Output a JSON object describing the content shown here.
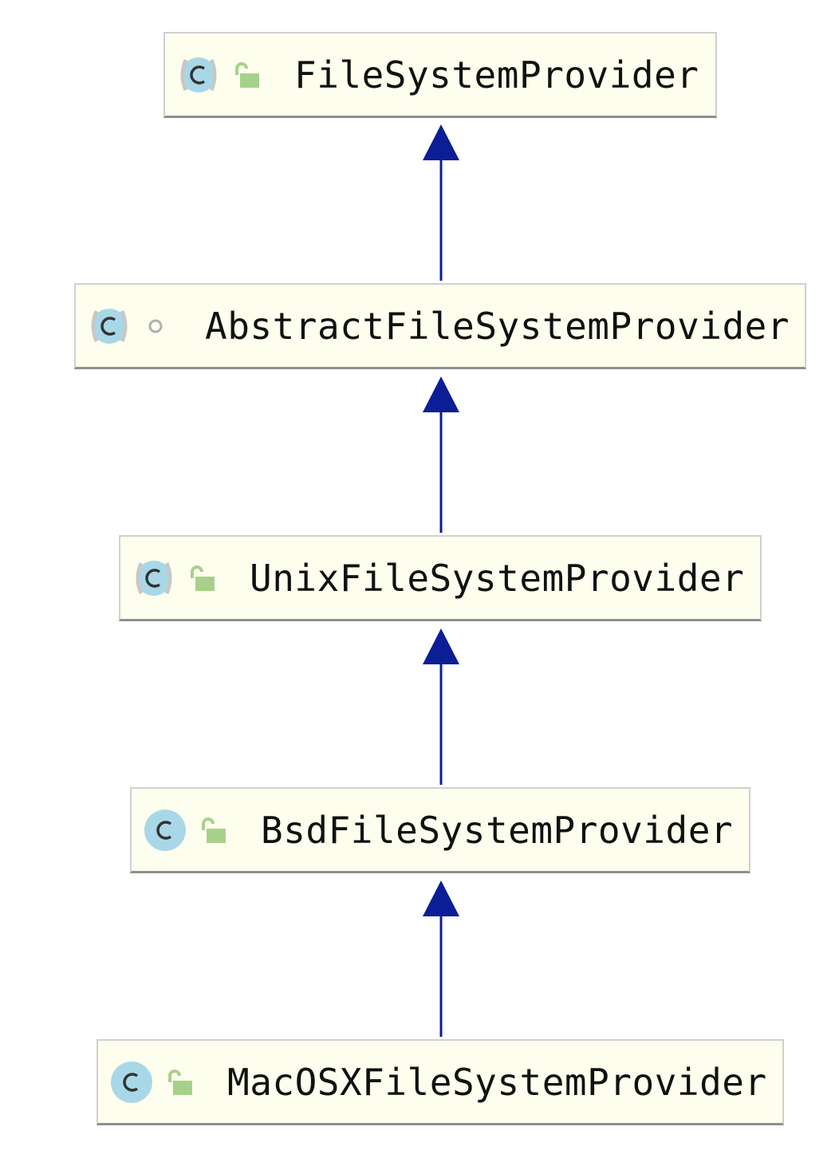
{
  "diagram": {
    "type": "class-hierarchy",
    "nodes": [
      {
        "id": "fsp",
        "name": "FileSystemProvider",
        "kind": "abstract-class",
        "modifier": "public"
      },
      {
        "id": "afsp",
        "name": "AbstractFileSystemProvider",
        "kind": "abstract-class",
        "modifier": "package-private"
      },
      {
        "id": "ufsp",
        "name": "UnixFileSystemProvider",
        "kind": "abstract-class",
        "modifier": "public"
      },
      {
        "id": "bfsp",
        "name": "BsdFileSystemProvider",
        "kind": "class",
        "modifier": "public"
      },
      {
        "id": "mfsp",
        "name": "MacOSXFileSystemProvider",
        "kind": "class",
        "modifier": "public"
      }
    ],
    "edges": [
      {
        "from": "afsp",
        "to": "fsp",
        "relation": "extends"
      },
      {
        "from": "ufsp",
        "to": "afsp",
        "relation": "extends"
      },
      {
        "from": "bfsp",
        "to": "ufsp",
        "relation": "extends"
      },
      {
        "from": "mfsp",
        "to": "bfsp",
        "relation": "extends"
      }
    ],
    "colors": {
      "node_fill": "#fefeee",
      "node_border": "#d0d0d0",
      "arrow": "#0b1e96",
      "class_icon": "#a8d8e8",
      "abstract_bracket": "#c8c8c8",
      "public_lock": "#a7d18a",
      "package_circle": "#b0b0b0"
    }
  }
}
